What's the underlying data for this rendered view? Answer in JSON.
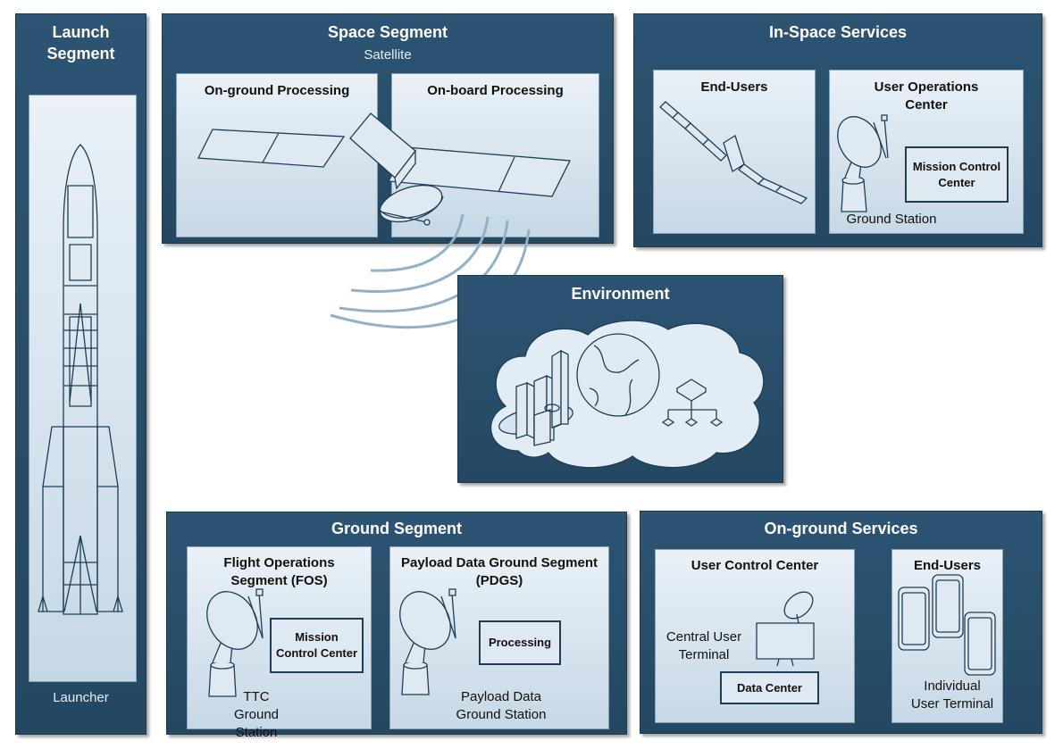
{
  "launch": {
    "title": "Launch Segment",
    "launcher": "Launcher"
  },
  "space": {
    "title": "Space Segment",
    "subtitle": "Satellite",
    "onground": "On-ground Processing",
    "onboard": "On-board Processing"
  },
  "inspace": {
    "title": "In-Space Services",
    "endusers": "End-Users",
    "uoc": "User Operations Center",
    "mcc": "Mission Control Center",
    "gs": "Ground Station"
  },
  "environment": {
    "title": "Environment"
  },
  "ground": {
    "title": "Ground Segment",
    "fos": "Flight Operations Segment (FOS)",
    "fos_mcc": "Mission Control Center",
    "ttc": "TTC Ground Station",
    "pdgs": "Payload Data Ground Segment (PDGS)",
    "processing": "Processing",
    "pdgs_gs": "Payload Data Ground Station"
  },
  "ongroundsvc": {
    "title": "On-ground Services",
    "ucc": "User Control Center",
    "central": "Central User Terminal",
    "datacenter": "Data Center",
    "endusers": "End-Users",
    "individual": "Individual User Terminal"
  },
  "colors": {
    "panel": "#2c5473",
    "box_light": "#eaf1f7",
    "box_dark": "#c6d8e6",
    "line": "#1f3d55",
    "signal": "#8fb2c8"
  }
}
